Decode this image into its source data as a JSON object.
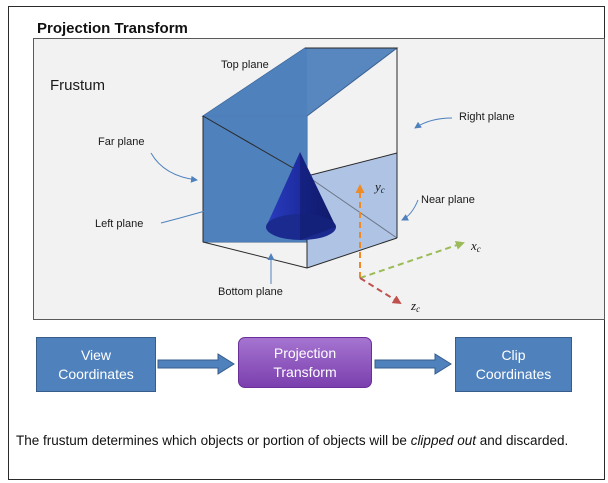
{
  "title": "Projection Transform",
  "diagram": {
    "frustum_label": "Frustum",
    "labels": {
      "top_plane": "Top plane",
      "right_plane": "Right plane",
      "far_plane": "Far plane",
      "near_plane": "Near plane",
      "left_plane": "Left plane",
      "bottom_plane": "Bottom plane"
    },
    "axes": {
      "y": {
        "letter": "y",
        "sub": "c",
        "color": "#f08a24"
      },
      "x": {
        "letter": "x",
        "sub": "c",
        "color": "#9bbb59"
      },
      "z": {
        "letter": "z",
        "sub": "c",
        "color": "#c0504d"
      }
    }
  },
  "flow": {
    "view_line1": "View",
    "view_line2": "Coordinates",
    "proj_line1": "Projection",
    "proj_line2": "Transform",
    "clip_line1": "Clip",
    "clip_line2": "Coordinates"
  },
  "caption": {
    "before": "The frustum determines which objects or portion of objects will be ",
    "emph": "clipped out",
    "after": " and discarded."
  },
  "colors": {
    "plane_blue": "#4f81bd",
    "cone_blue": "#1f2f9f",
    "arrow_blue": "#4f81bd",
    "purple": "#8e55c0"
  }
}
